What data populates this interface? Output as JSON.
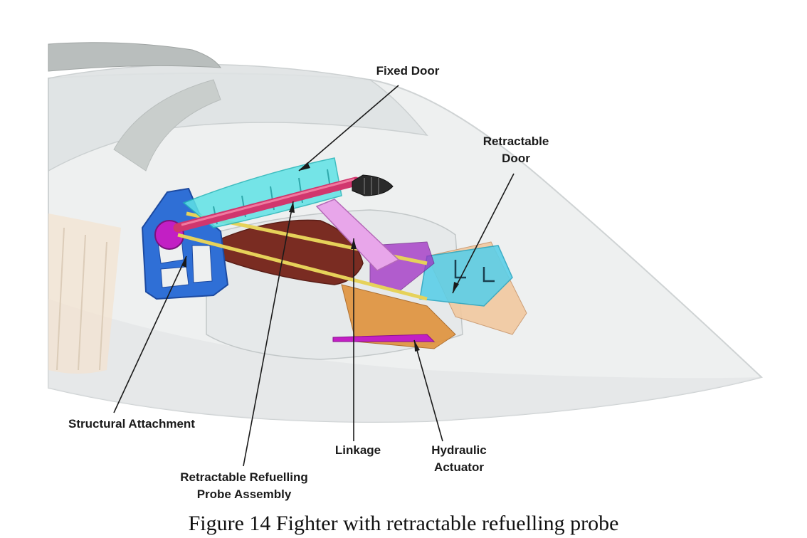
{
  "labels": {
    "fixed_door": "Fixed Door",
    "retractable_door_line1": "Retractable",
    "retractable_door_line2": "Door",
    "structural_attachment": "Structural Attachment",
    "probe_assembly_line1": "Retractable Refuelling",
    "probe_assembly_line2": "Probe Assembly",
    "linkage": "Linkage",
    "hydraulic_actuator_line1": "Hydraulic",
    "hydraulic_actuator_line2": "Actuator"
  },
  "caption": "Figure 14 Fighter with retractable refuelling probe",
  "colors": {
    "fuselage_fill": "#eef0f0",
    "fuselage_edge": "#cfd3d4",
    "fixed_door": "#5fe3e6",
    "probe_tube": "#d1366e",
    "probe_tip": "#2a2a2a",
    "structure": "#2f6fd6",
    "linkage": "#e8a6ea",
    "retractable_door": "#5ccfe8",
    "beige_panel": "#f2c9a0",
    "maroon_bay": "#7a2c22",
    "yellow_rail": "#e6d25a",
    "hydraulic": "#e0923b",
    "magenta_rail": "#c21fc4"
  }
}
